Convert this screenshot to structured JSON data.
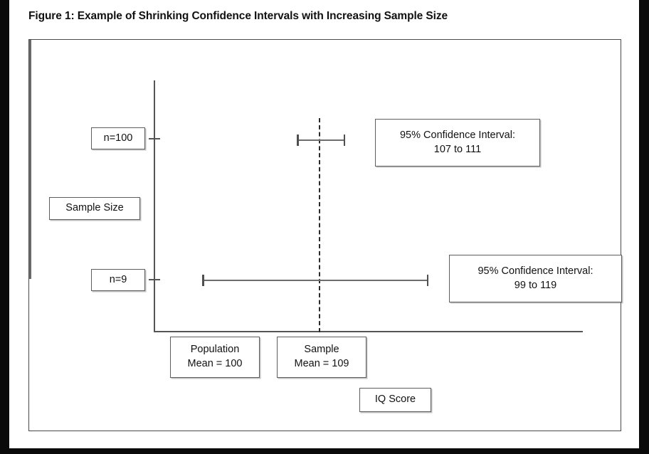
{
  "figure": {
    "title": "Figure 1: Example of Shrinking Confidence Intervals with Increasing Sample Size"
  },
  "axes": {
    "y_axis_label": "Sample Size",
    "x_axis_label": "IQ Score",
    "tick_labels": [
      "n=100",
      "n=9"
    ]
  },
  "reference_lines": {
    "population_mean": {
      "line1": "Population",
      "line2": "Mean = 100",
      "value": 100,
      "style": "solid"
    },
    "sample_mean": {
      "line1": "Sample",
      "line2": "Mean = 109",
      "value": 109,
      "style": "dashed"
    }
  },
  "annotations": {
    "ci_upper": {
      "line1": "95% Confidence Interval:",
      "line2": "107 to 111"
    },
    "ci_lower": {
      "line1": "95% Confidence Interval:",
      "line2": "99 to 119"
    }
  },
  "colors": {
    "page_background": "#0a0a0a",
    "card_background": "#ffffff",
    "frame_border": "#4a4a4a",
    "axis": "#555555",
    "error_bar": "#6d6d6d",
    "population_mean_line": "#6b6b6b",
    "sample_mean_line": "#2b2b2b",
    "text": "#111111"
  },
  "chart_data": {
    "type": "scatter",
    "title": "Figure 1: Example of Shrinking Confidence Intervals with Increasing Sample Size",
    "xlabel": "IQ Score",
    "ylabel": "Sample Size",
    "grid": false,
    "legend": "none",
    "categories": [
      "n=9",
      "n=100"
    ],
    "series": [
      {
        "name": "95% Confidence Interval",
        "points": [
          {
            "category": "n=100",
            "center": 109,
            "low": 107,
            "high": 111,
            "label": "107 to 111"
          },
          {
            "category": "n=9",
            "center": 109,
            "low": 99,
            "high": 119,
            "label": "99 to 119"
          }
        ]
      }
    ],
    "reference_lines": [
      {
        "name": "Population Mean = 100",
        "value": 100,
        "style": "solid"
      },
      {
        "name": "Sample Mean = 109",
        "value": 109,
        "style": "dashed"
      }
    ]
  }
}
